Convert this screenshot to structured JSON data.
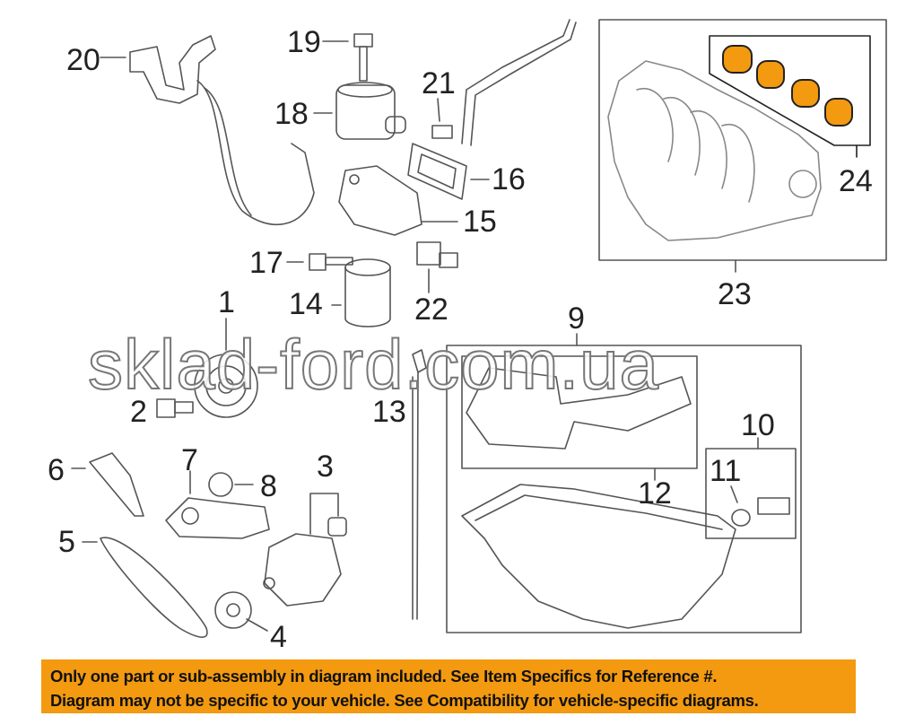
{
  "watermark": "sklad-ford.com.ua",
  "callouts": {
    "c1": "1",
    "c2": "2",
    "c3": "3",
    "c4": "4",
    "c5": "5",
    "c6": "6",
    "c7": "7",
    "c8": "8",
    "c9": "9",
    "c10": "10",
    "c11": "11",
    "c12": "12",
    "c13": "13",
    "c14": "14",
    "c15": "15",
    "c16": "16",
    "c17": "17",
    "c18": "18",
    "c19": "19",
    "c20": "20",
    "c21": "21",
    "c22": "22",
    "c23": "23",
    "c24": "24"
  },
  "banner": {
    "line1": "Only one part or sub-assembly in diagram included. See Item Specifics for Reference #.",
    "line2": "Diagram may not be specific to your vehicle. See Compatibility for vehicle-specific diagrams."
  },
  "colors": {
    "highlight": "#f39a10",
    "line": "#555555",
    "banner": "#f39a10"
  }
}
